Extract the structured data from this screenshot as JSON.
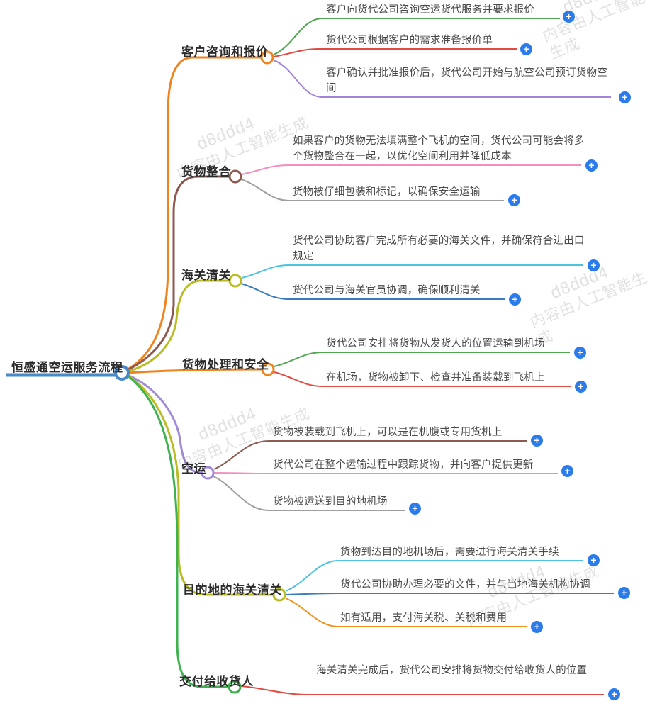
{
  "root": {
    "label": "恒盛通空运服务流程",
    "color": "#4a89c8"
  },
  "branches": [
    {
      "label": "客户咨询和报价",
      "color": "#f0831e",
      "leaves": [
        {
          "text": "客户向货代公司咨询空运货代服务并要求报价",
          "color": "#52a551"
        },
        {
          "text": "货代公司根据客户的需求准备报价单",
          "color": "#e04b43"
        },
        {
          "text": "客户确认并批准报价后，货代公司开始与航空公司预订货物空间",
          "color": "#a285d8"
        }
      ]
    },
    {
      "label": "货物整合",
      "color": "#8d5a50",
      "leaves": [
        {
          "text": "如果客户的货物无法填满整个飞机的空间，货代公司可能会将多个货物整合在一起，以优化空间利用并降低成本",
          "color": "#f08fc0"
        },
        {
          "text": "货物被仔细包装和标记，以确保安全运输",
          "color": "#9e9e9e"
        }
      ]
    },
    {
      "label": "海关清关",
      "color": "#b9bd23",
      "leaves": [
        {
          "text": "货代公司协助客户完成所有必要的海关文件，并确保符合进出口规定",
          "color": "#4ec3de"
        },
        {
          "text": "货代公司与海关官员协调，确保顺利清关",
          "color": "#3a7dbd"
        }
      ]
    },
    {
      "label": "货物处理和安全",
      "color": "#f0831e",
      "leaves": [
        {
          "text": "货代公司安排将货物从发货人的位置运输到机场",
          "color": "#52a551"
        },
        {
          "text": "在机场，货物被卸下、检查并准备装载到飞机上",
          "color": "#e04b43"
        }
      ]
    },
    {
      "label": "空运",
      "color": "#a18ad6",
      "leaves": [
        {
          "text": "货物被装载到飞机上，可以是在机腹或专用货机上",
          "color": "#8d5a50"
        },
        {
          "text": "货代公司在整个运输过程中跟踪货物，并向客户提供更新",
          "color": "#f08fc0"
        },
        {
          "text": "货物被运送到目的地机场",
          "color": "#9e9e9e"
        }
      ]
    },
    {
      "label": "目的地的海关清关",
      "color": "#b9bd23",
      "leaves": [
        {
          "text": "货物到达目的地机场后，需要进行海关清关手续",
          "color": "#4ec3de"
        },
        {
          "text": "货代公司协助办理必要的文件，并与当地海关机构协调",
          "color": "#3a7dbd"
        },
        {
          "text": "如有适用，支付海关税、关税和费用",
          "color": "#f0931e"
        }
      ]
    },
    {
      "label": "交付给收货人",
      "color": "#3eb24e",
      "leaves": [
        {
          "text": "海关清关完成后，货代公司安排将货物交付给收货人的位置",
          "color": "#e04b43"
        }
      ]
    }
  ],
  "ui": {
    "plus_color": "#2b7cea",
    "plus_glyph": "+"
  },
  "watermark": {
    "line1": "d8ddd4",
    "line2": "内容由人工智能生成"
  }
}
